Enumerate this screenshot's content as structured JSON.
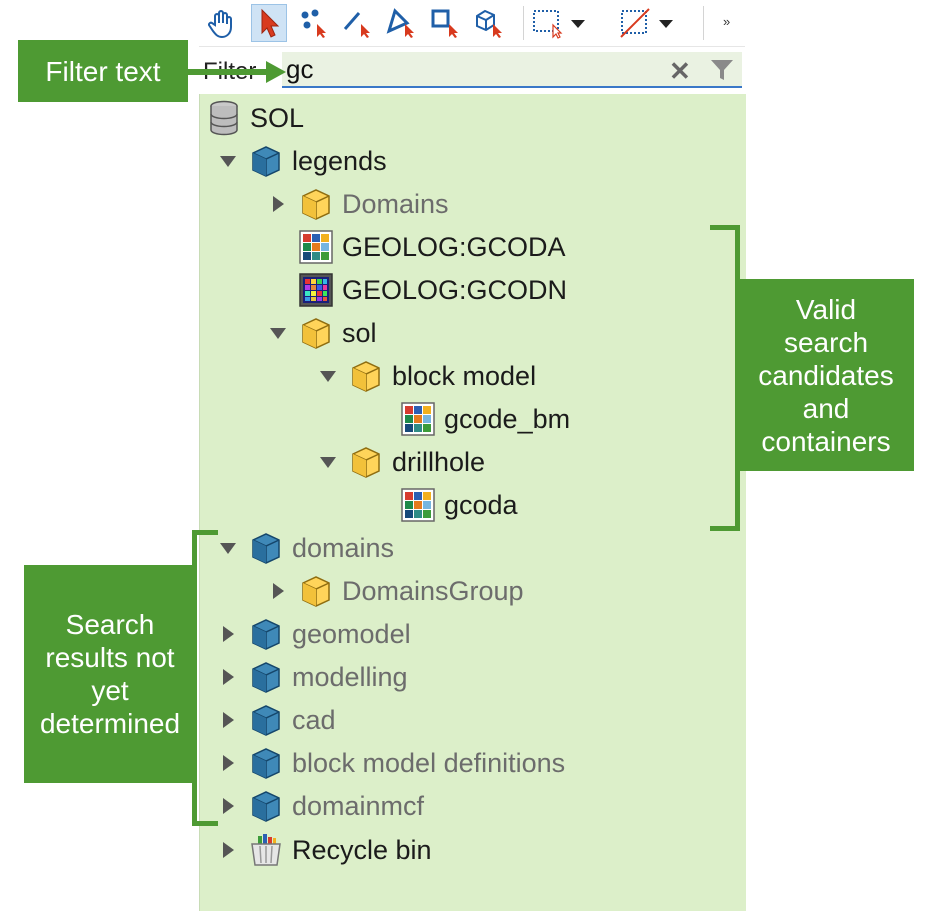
{
  "toolbar": {
    "tools": [
      {
        "name": "pan-hand-icon"
      },
      {
        "name": "select-arrow-icon"
      },
      {
        "name": "select-points-icon"
      },
      {
        "name": "select-line-icon"
      },
      {
        "name": "select-polygon-icon"
      },
      {
        "name": "select-rectangle-icon"
      },
      {
        "name": "select-solid-icon"
      },
      {
        "name": "rectangle-select-dropdown-icon"
      },
      {
        "name": "line-select-dropdown-icon"
      }
    ],
    "overflow_label": "»"
  },
  "filter": {
    "label": "Filter",
    "value": "gc",
    "clear_glyph": "✕"
  },
  "tree": {
    "root": {
      "label": "SOL"
    },
    "legends": {
      "label": "legends"
    },
    "domains_sub": {
      "label": "Domains"
    },
    "gcoda_legend": {
      "label": "GEOLOG:GCODA"
    },
    "gcodn_legend": {
      "label": "GEOLOG:GCODN"
    },
    "sol": {
      "label": "sol"
    },
    "block_model": {
      "label": "block model"
    },
    "gcode_bm": {
      "label": "gcode_bm"
    },
    "drillhole": {
      "label": "drillhole"
    },
    "gcoda": {
      "label": "gcoda"
    },
    "domains": {
      "label": "domains"
    },
    "domains_group": {
      "label": "DomainsGroup"
    },
    "geomodel": {
      "label": "geomodel"
    },
    "modelling": {
      "label": "modelling"
    },
    "cad": {
      "label": "cad"
    },
    "block_model_definitions": {
      "label": "block model definitions"
    },
    "domainmcf": {
      "label": "domainmcf"
    },
    "recycle_bin": {
      "label": "Recycle bin"
    }
  },
  "callouts": {
    "filter_text": "Filter text",
    "valid": [
      "Valid",
      "search",
      "candidates",
      "and",
      "containers"
    ],
    "not_determined": [
      "Search",
      "results not",
      "yet",
      "determined"
    ]
  },
  "colors": {
    "callout_green": "#4e9a33",
    "tree_background": "#dcefc9",
    "active_tool": "#cfe3f5",
    "accent_blue": "#3a78c8"
  }
}
